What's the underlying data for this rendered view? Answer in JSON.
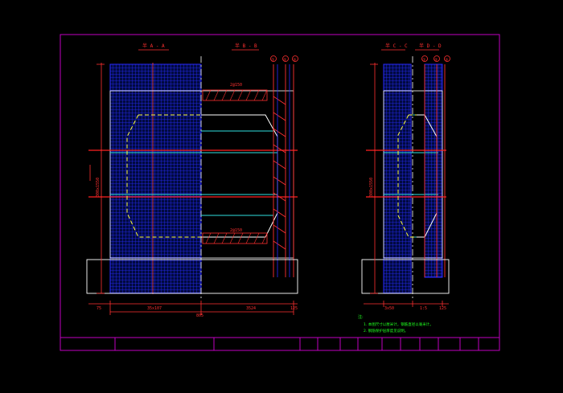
{
  "colors": {
    "background": "#000000",
    "frame": "#c000c0",
    "rebar_mesh": "#2a2aff",
    "concrete_line": "#ff2020",
    "outline": "#ffffff",
    "void": "#ffff40",
    "inner": "#30e0e0",
    "annotation": "#ff3030",
    "note": "#20ff20"
  },
  "section_titles": {
    "aa": "半 A - A",
    "bb": "半 B - B",
    "cc": "半 C - C",
    "dd": "半 D - D"
  },
  "axis_markers": [
    "①",
    "②",
    "③"
  ],
  "dimensions": {
    "left_top": "2@150",
    "left_bottom": "2@150",
    "left_total": "805",
    "left_width_a": "35x107",
    "left_width_b": "3524",
    "left_edge_a": "75",
    "left_edge_b": "125",
    "left_vertical": "300x1550",
    "right_vertical": "300x1550",
    "right_width_a": "3x50",
    "right_width_b": "1:5",
    "right_edge": "125"
  },
  "notes": {
    "title": "注:",
    "line1": "1. 本图尺寸以厘米计，钢筋直径以毫米计。",
    "line2": "2. 钢筋保护层厚度见说明。"
  }
}
